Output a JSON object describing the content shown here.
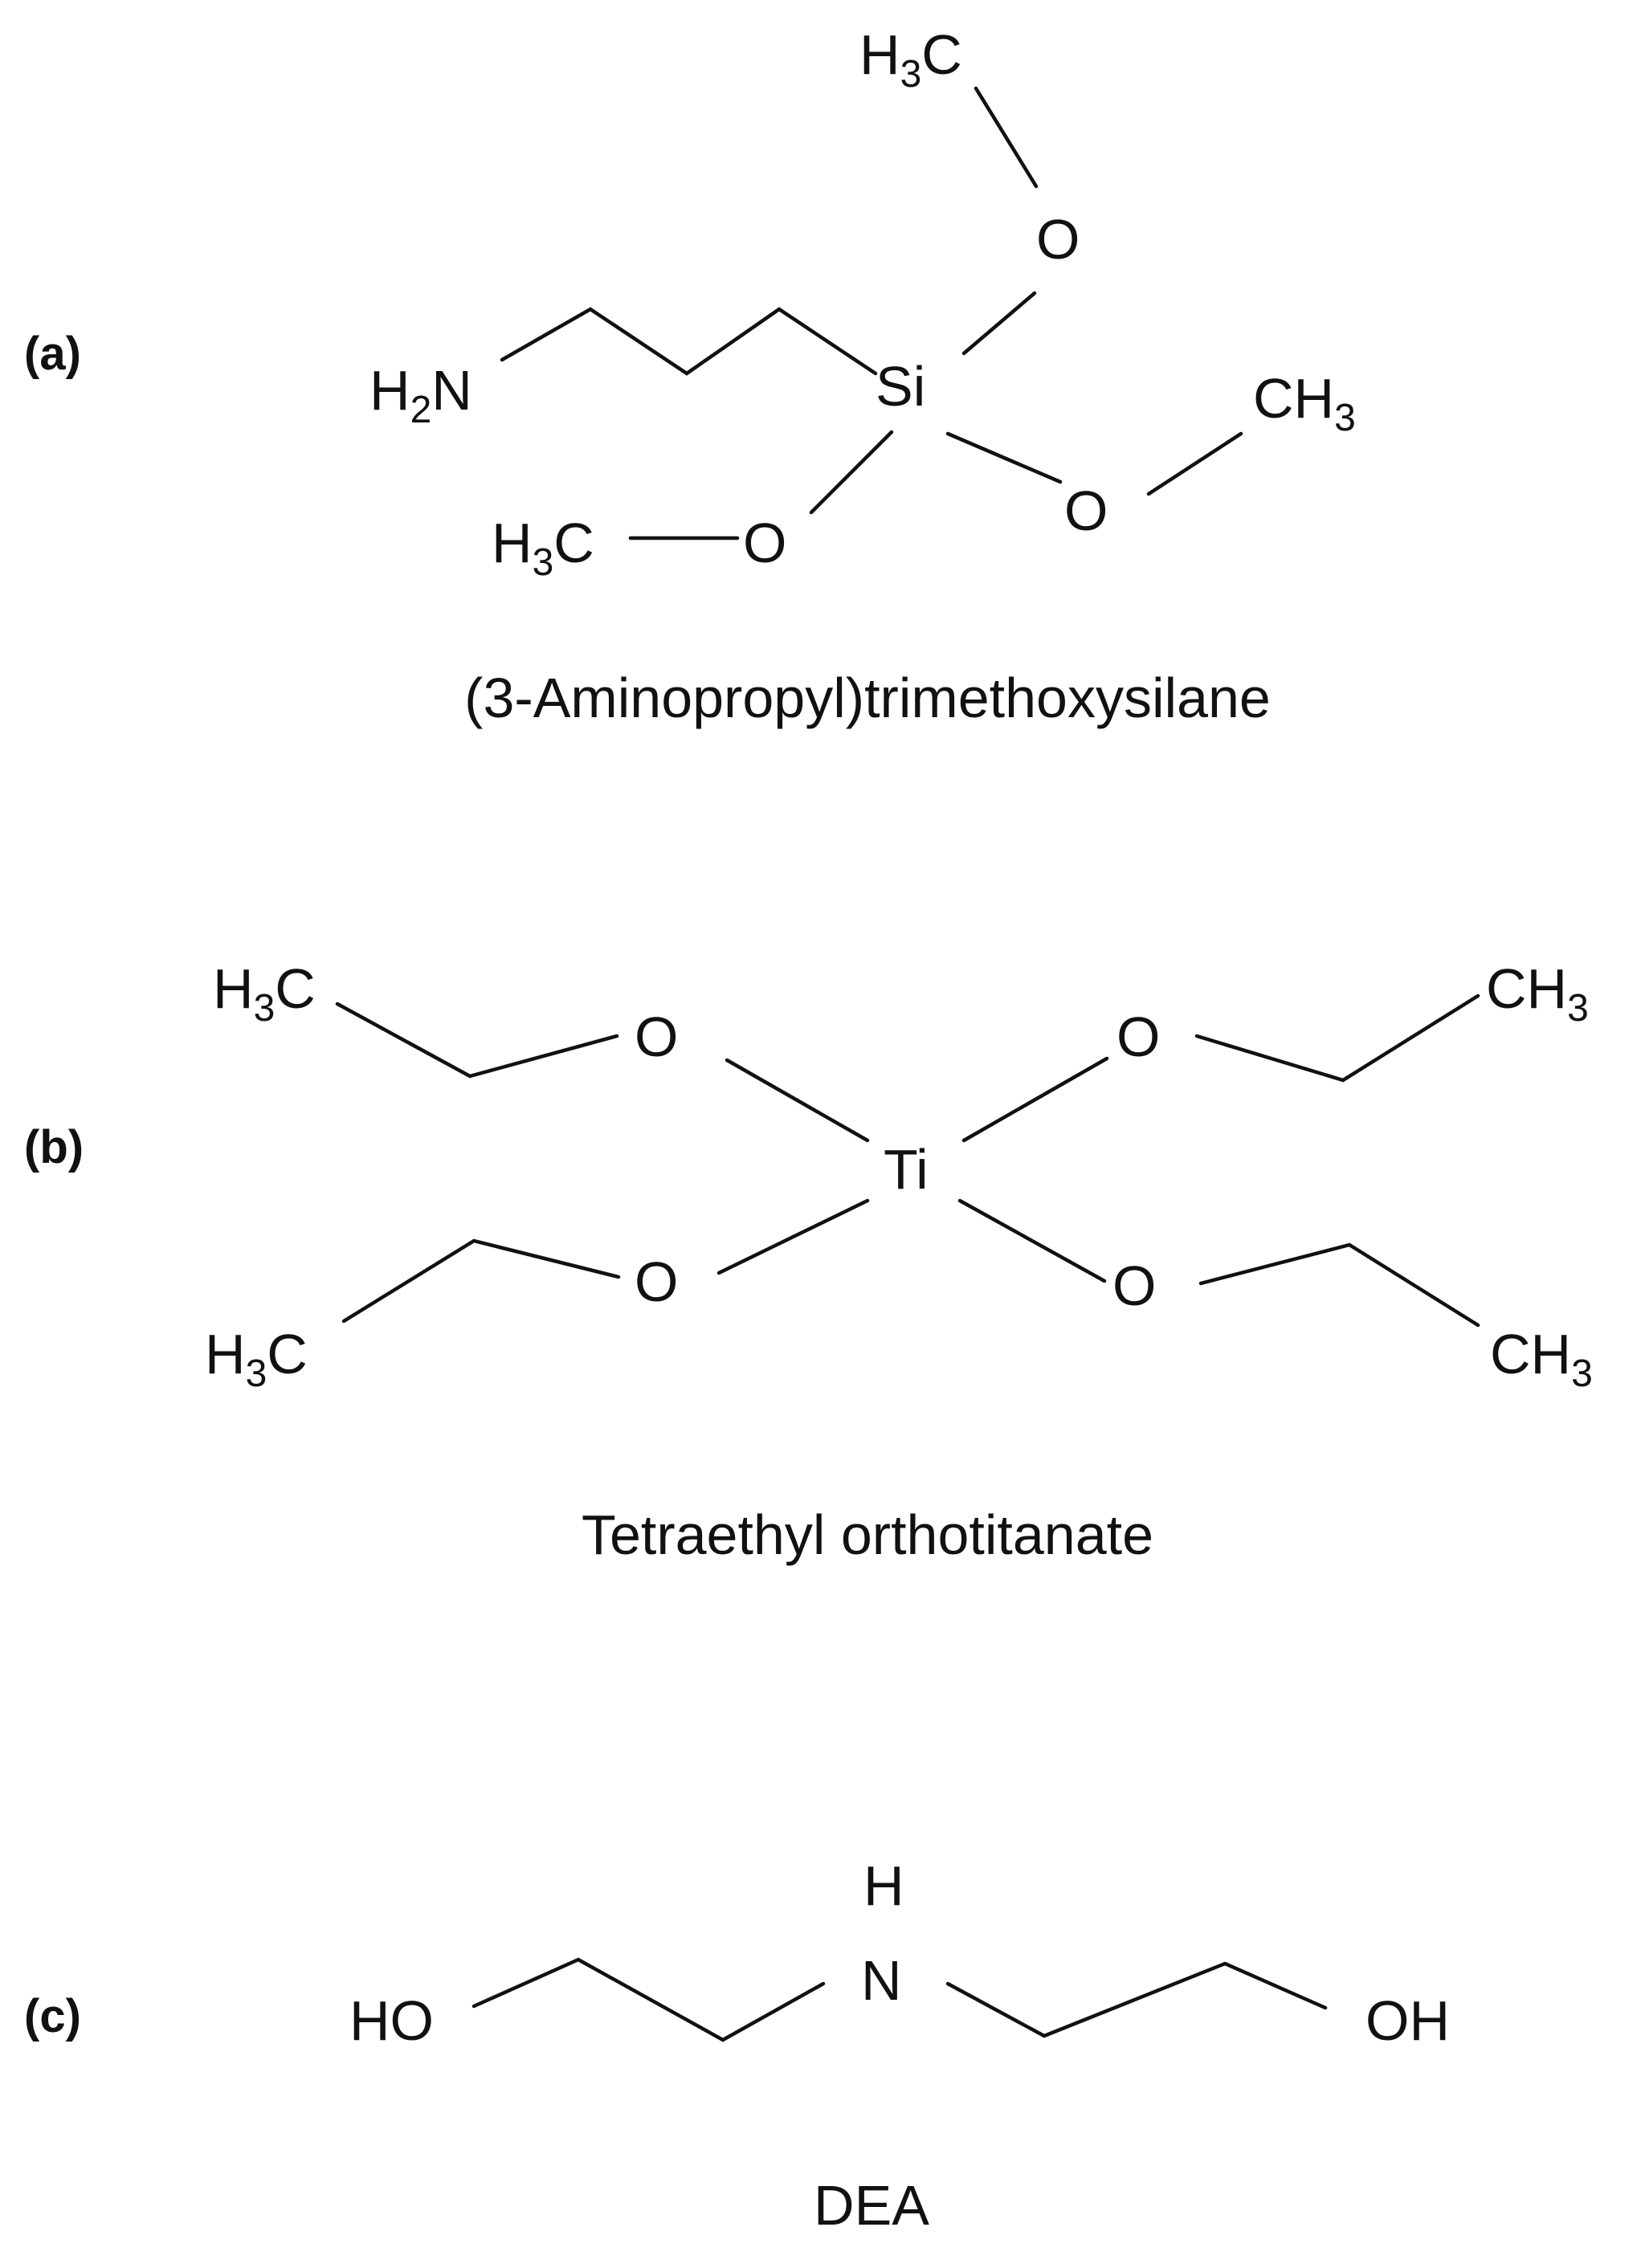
{
  "colors": {
    "ink": "#111111",
    "background": "#ffffff"
  },
  "panels": [
    {
      "label": "(a)",
      "caption": "(3-Aminopropyl)trimethoxysilane",
      "atoms": {
        "ch3_top": {
          "base": "H",
          "sub": "3",
          "tail": "C"
        },
        "o_top": "O",
        "h2n": {
          "base": "H",
          "sub": "2",
          "tail": "N"
        },
        "si": "Si",
        "ch3_right": {
          "base": "CH",
          "sub": "3"
        },
        "o_right": "O",
        "ch3_left": {
          "base": "H",
          "sub": "3",
          "tail": "C"
        },
        "o_left": "O"
      }
    },
    {
      "label": "(b)",
      "caption": "Tetraethyl orthotitanate",
      "atoms": {
        "ch3_tl": {
          "base": "H",
          "sub": "3",
          "tail": "C"
        },
        "o_tl": "O",
        "o_tr": "O",
        "ch3_tr": {
          "base": "CH",
          "sub": "3"
        },
        "ti": "Ti",
        "o_bl": "O",
        "o_br": "O",
        "ch3_bl": {
          "base": "H",
          "sub": "3",
          "tail": "C"
        },
        "ch3_br": {
          "base": "CH",
          "sub": "3"
        }
      }
    },
    {
      "label": "(c)",
      "caption": "DEA",
      "atoms": {
        "h": "H",
        "n": "N",
        "ho": "HO",
        "oh": "OH"
      }
    }
  ]
}
